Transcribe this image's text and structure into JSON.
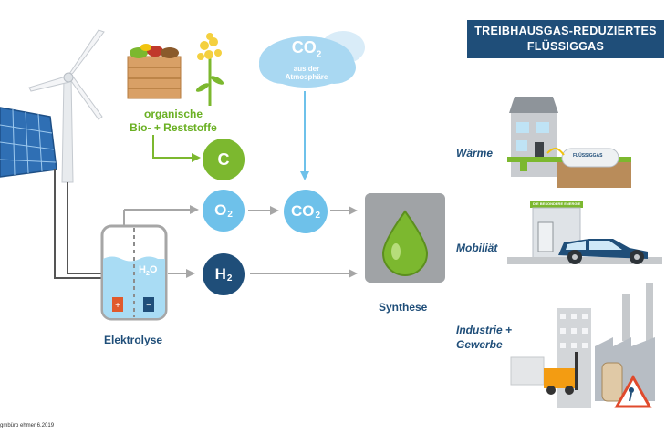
{
  "title": {
    "line1": "TREIBHAUSGAS-REDUZIERTES",
    "line2": "FLÜSSIGGAS"
  },
  "inputs": {
    "organic_line1": "organische",
    "organic_line2": "Bio- + Reststoffe"
  },
  "co2_cloud": {
    "formula": "CO",
    "sub": "2",
    "line1": "aus der",
    "line2": "Atmosphäre"
  },
  "nodes": {
    "carbon": "C",
    "oxygen": {
      "formula": "O",
      "sub": "2"
    },
    "co2": {
      "formula": "CO",
      "sub": "2"
    },
    "hydrogen": {
      "formula": "H",
      "sub": "2"
    },
    "water": {
      "formula": "H",
      "sub": "2",
      "tail": "O"
    }
  },
  "labels": {
    "electrolysis": "Elektrolyse",
    "synthesis": "Synthese"
  },
  "uses": {
    "heat": "Wärme",
    "mobility": "Mobiliät",
    "industry_line1": "Industrie +",
    "industry_line2": "Gewerbe"
  },
  "tank_label": "FLÜSSIGGAS",
  "station_sign": "DIE BESONDERE ENERGIE",
  "credit": "gmbüro ehmer 6.2019",
  "colors": {
    "navy": "#1f4e79",
    "light_blue": "#6ec1ea",
    "green": "#7cb82f",
    "gray": "#a6a6a6",
    "water": "#a9dcf4"
  }
}
